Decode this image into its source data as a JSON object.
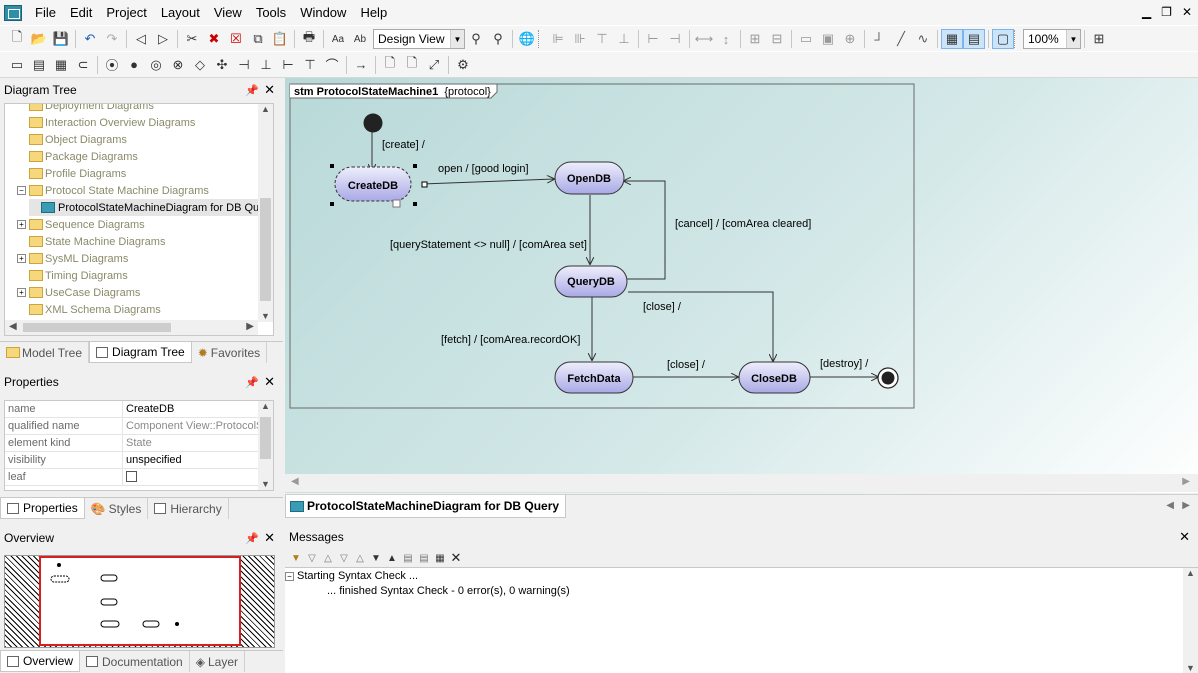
{
  "menu": [
    "File",
    "Edit",
    "Project",
    "Layout",
    "View",
    "Tools",
    "Window",
    "Help"
  ],
  "toolbar": {
    "view_combo": "Design View",
    "zoom": "100%"
  },
  "diagram_tree": {
    "title": "Diagram Tree",
    "items": [
      {
        "label": "Deployment Diagrams",
        "expander": ""
      },
      {
        "label": "Interaction Overview Diagrams",
        "expander": ""
      },
      {
        "label": "Object Diagrams",
        "expander": ""
      },
      {
        "label": "Package Diagrams",
        "expander": ""
      },
      {
        "label": "Profile Diagrams",
        "expander": ""
      },
      {
        "label": "Protocol State Machine Diagrams",
        "expander": "−"
      },
      {
        "label": "ProtocolStateMachineDiagram for DB Query",
        "expander": ""
      },
      {
        "label": "Sequence Diagrams",
        "expander": "+"
      },
      {
        "label": "State Machine Diagrams",
        "expander": ""
      },
      {
        "label": "SysML Diagrams",
        "expander": "+"
      },
      {
        "label": "Timing Diagrams",
        "expander": ""
      },
      {
        "label": "UseCase Diagrams",
        "expander": "+"
      },
      {
        "label": "XML Schema Diagrams",
        "expander": ""
      }
    ],
    "tabs": [
      "Model Tree",
      "Diagram Tree",
      "Favorites"
    ]
  },
  "properties": {
    "title": "Properties",
    "rows": [
      {
        "name": "name",
        "value": "CreateDB"
      },
      {
        "name": "qualified name",
        "value": "Component View::ProtocolS"
      },
      {
        "name": "element kind",
        "value": "State"
      },
      {
        "name": "visibility",
        "value": "unspecified"
      },
      {
        "name": "leaf",
        "value": ""
      }
    ],
    "tabs": [
      "Properties",
      "Styles",
      "Hierarchy"
    ]
  },
  "overview": {
    "title": "Overview",
    "tabs": [
      "Overview",
      "Documentation",
      "Layer"
    ]
  },
  "diagram": {
    "frame_title": "stm ProtocolStateMachine1",
    "frame_stereotype": "{protocol}",
    "states": {
      "create": "CreateDB",
      "open": "OpenDB",
      "query": "QueryDB",
      "fetch": "FetchData",
      "close": "CloseDB"
    },
    "transitions": {
      "t_create": "[create] /",
      "t_open": "open / [good login]",
      "t_cancel": "[cancel] / [comArea cleared]",
      "t_query": "[queryStatement <> null] / [comArea set]",
      "t_close_query": "[close] /",
      "t_fetch": "[fetch] / [comArea.recordOK]",
      "t_close_fetch": "[close] /",
      "t_destroy": "[destroy] /"
    },
    "tab": "ProtocolStateMachineDiagram for DB Query"
  },
  "messages": {
    "title": "Messages",
    "lines": [
      "Starting Syntax Check ...",
      "... finished Syntax Check - 0 error(s), 0 warning(s)"
    ]
  }
}
